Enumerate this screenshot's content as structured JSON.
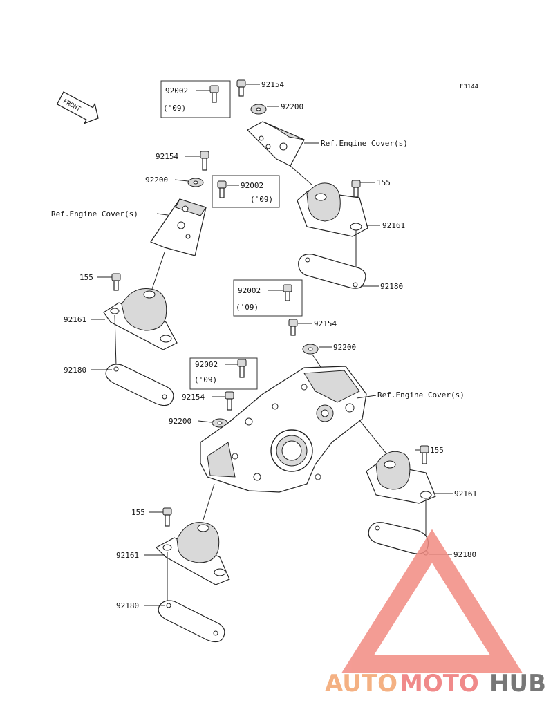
{
  "figure_code": "F3144",
  "front_label": "FRONT",
  "watermark": {
    "part1": "AUTO",
    "part2": "MOTO",
    "part3": "HUB",
    "color1": "#f4b183",
    "color2": "#f08a8a",
    "color3": "#777777"
  },
  "labels": {
    "a_92002": "92002",
    "a_year": "('09)",
    "a_92154": "92154",
    "a_92200": "92200",
    "a_ref": "Ref.Engine Cover(s)",
    "a_155": "155",
    "a_92161": "92161",
    "a_92180": "92180",
    "b_92154": "92154",
    "b_92200": "92200",
    "b_92002": "92002",
    "b_year": "('09)",
    "b_ref": "Ref.Engine Cover(s)",
    "b_155": "155",
    "b_92161": "92161",
    "b_92180": "92180",
    "c_92002": "92002",
    "c_year": "('09)",
    "c_92154": "92154",
    "c_92200": "92200",
    "d_92002": "92002",
    "d_year": "('09)",
    "d_92154": "92154",
    "d_92200": "92200",
    "d_ref": "Ref.Engine Cover(s)",
    "d_155": "155",
    "d_92161": "92161",
    "d_92180": "92180",
    "e_155": "155",
    "e_92161": "92161",
    "e_92180": "92180"
  }
}
